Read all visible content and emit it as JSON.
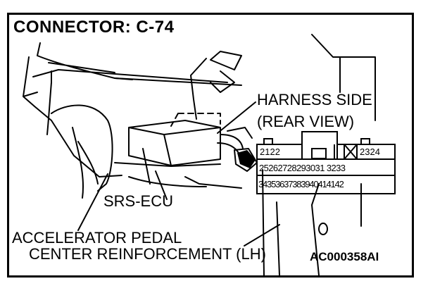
{
  "title": "CONNECTOR: C-74",
  "labels": {
    "harness_side": "HARNESS SIDE",
    "rear_view": "(REAR VIEW)",
    "srs_ecu": "SRS-ECU",
    "accelerator_pedal": "ACCELERATOR PEDAL",
    "center_reinforcement": "CENTER REINFORCEMENT (LH)",
    "figure_code": "AC000358AI"
  },
  "connector": {
    "row1": {
      "left": "2122",
      "right": "2324"
    },
    "row2": "25262728293031 3233",
    "row3": "34353637383940414142"
  }
}
